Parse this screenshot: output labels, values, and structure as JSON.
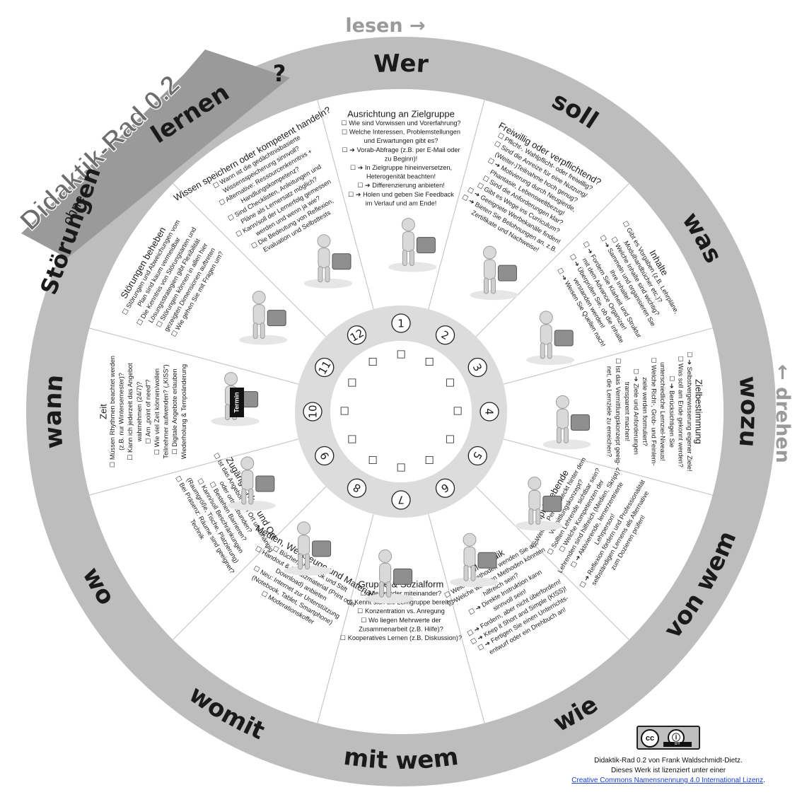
{
  "title": "Didaktik-Rad 0.2",
  "nav": {
    "lernen": "lernen",
    "question": "?",
    "lesen": "lesen →",
    "drehen": "← drehen",
    "ohne": "ohne",
    "stoerungen": "Störungen"
  },
  "segments": [
    {
      "num": "1",
      "label": "Wer",
      "title": "Ausrichtung an Zielgruppe",
      "lines": [
        "☐  Wie sind Vorwissen und Vorerfahrung?",
        "☐  Welche Interessen, Problemstellungen",
        "     und Erwartungen gibt es?",
        "☐  ➔ Vorab-Abfrage (z.B. per E-Mail oder",
        "     zu Beginn)!",
        "☐  ➔ In Zielgruppe hineinversetzen,",
        "     Heterogenität beachten!",
        "☐  ➔ Differenzierung anbieten!",
        "☐  ➔ Holen und geben Sie Feedback",
        "     im Verlauf und am Ende!"
      ]
    },
    {
      "num": "2",
      "label": "soll",
      "title": "Freiwillig oder verpflichtend?",
      "lines": [
        "☐  Pflicht-, Wahlpflicht- oder freiwillig?",
        "☐  Sind die Anreize für eine Nutzung/",
        "     (Weiter-)Teilnahme hoch genug?",
        "☐  ➔ Motivierung durch Neugierde,",
        "     Phantasie, Lebensweltbezug!",
        "☐  Sind die Anforderungen klar?",
        "☐  Gibt es Wege ins Curriculum?",
        "☐  ➔ Geeignete Werbekanäle finden!",
        "☐  ➔ Bieten Sie Belohnungen an, z.B.",
        "     Zertifikate und Nachweise!"
      ]
    },
    {
      "num": "3",
      "label": "was",
      "title": "Inhalte",
      "lines": [
        "☐  Gibt es Vorgaben (z.B. Lehrpläne,",
        "     Modulhandbücher etc.)?",
        "☐  Welche Inhalte sind wichtig?",
        "☐  ➔ Sammeln und organisieren Sie",
        "     Ihre Inhalte!",
        "☐  ➔ Fordern Sie Klarheit und Struktur",
        "     mit dem Advance Organizer!",
        "☐  ➔ Überprüfen Sie, ob die Inhalte",
        "     verstanden werden!",
        "☐  ➔ Weisen Sie Quellen nach!"
      ]
    },
    {
      "num": "4",
      "label": "wozu",
      "title": "Zielbestimmung",
      "lines": [
        "☐  ➔ Selbstvergewisserung eigener Ziele!",
        "☐  Was soll am Ende gekonnt werden?",
        "☐  ➔ Berücksichtigen Sie",
        "     unterschiedliche Lernziel-Niveaus!",
        "☐  Welche Richt-, Grob- und Feinlern-",
        "     ziele werden formuliert?",
        "☐  ➔ Ziele und Anforderungen",
        "     transparent machen!",
        "☐  Ist das Vermittlungskonzept geeig-",
        "     net, die Lernziele zu erreichen?"
      ]
    },
    {
      "num": "5",
      "label": "von wem",
      "title": "Impulsgebende",
      "lines": [
        "☐  Welche Person steckt hinter dem",
        "     Vermittlungskonzept?",
        "☐  Sollten Lehrende sichtbar sein?",
        "☐  Welche Kompetenzen der",
        "     Lehrenden sind hilfreich (Medien, Skript)?",
        "☐  ➔ Aktivierende, lernerzentrierte",
        "     Lehrperson!",
        "☐  ➔ Reflexion fördern und Professionalität",
        "     selbständigen Lernens als Alternative",
        "     zum Dozieren prüfen!"
      ]
    },
    {
      "num": "6",
      "label": "wie",
      "title": "Methodik",
      "lines": [
        "☐  Welche Methoden wenden Sie an?",
        "☐  Welche weiteren Methoden könnten",
        "     hilfreich sein?",
        "☐  ➔ Direkte Instruktion kann",
        "     sinnvoll sein!",
        "☐  ➔ Fordern, aber nicht überfordern!",
        "☐  ➔ Keep it Short and Simple (KISS)!",
        "☐  ➔ Fertigen Sie einen Unterrichts-",
        "     entwurf oder ein Drehbuch an!"
      ]
    },
    {
      "num": "7",
      "label": "mit wem",
      "title": "Gruppe & Sozialform",
      "lines": [
        "☐  Alleine oder miteinander?",
        "☐  Kennt sich die Lerngruppe bereits?",
        "☐  Konzentration vs. Anregung",
        "☐  Wo liegen Mehrwerte der",
        "     Zusammenarbeit (z.B. Hilfe)?",
        "☐  Kooperatives Lernen (z.B. Diskussion)?"
      ]
    },
    {
      "num": "8",
      "label": "womit",
      "title": "Medien, Werkzeuge und Material",
      "lines": [
        "☐  Bücher, Notebook und Stift",
        "☐  Handout & Zusatzmaterial (Print oder",
        "     Download) anbieten",
        "☐  Neu: Internet zur Unterstützung",
        "     (Notebook, Tablet, Smartphone)",
        "☐  Moderationskoffer"
      ]
    },
    {
      "num": "9",
      "label": "wo",
      "title": "Zugänglichkeit und Ort",
      "lines": [
        "☐  Ist das Angebot vom Ort unabhängig",
        "     oder ortsgebunden?",
        "☐  Bestehen Barrieren?",
        "☐  Kann/soll Beschränkungen",
        "     (Raumgröße, Tische, Platzierung)",
        "☐  Bei Präsenz: Räume sind geeignet?",
        "     Technik"
      ]
    },
    {
      "num": "10",
      "label": "wann",
      "title": "Zeit",
      "lines": [
        "☐  Müssen Rhythmen beachtet werden",
        "     (z.B. nur Wintersemester)?",
        "☐  Kann ich jederzeit das Angebot",
        "     wahrnehmen (24/7)?",
        "☐  Am „point of need“?",
        "☐  Wie viel Zeit können/wollen",
        "     Teilnehmer aufwenden? („KISS“)",
        "☐  Digitale Angebote erlauben",
        "     Wiederholung & Tempoänderung"
      ]
    },
    {
      "num": "11",
      "label": "ohne Störungen",
      "title": "Störungen beheben",
      "lines": [
        "☐  Störungen und Abweichungen vom",
        "     Plan sind kaum vermeidbar",
        "☐  Die Kenntnis von Störungsarten und",
        "     Lösungsstrategien gibt Flexibilität",
        "☐  Störungen können in allen hier",
        "     gezeigten Dimensionen auftreten",
        "☐  Wie gehen Sie mit Fragen um?"
      ]
    },
    {
      "num": "12",
      "label": "lernen",
      "title": "Wissen speichern oder kompetent handeln?",
      "lines": [
        "☐  Wann ist die gedächtnisbasierte",
        "     Wissensspeicherung sinnvoll?",
        "☐  Alternative: Ressourcenkenntnis +",
        "     Handlungskompetenz?",
        "☐  Sind Checklisten, Anleitungen und",
        "     Pläne als Lernersatz möglich?",
        "☐  Kann/soll der Lernerfolg gemessen",
        "     werden und wenn ja wie?",
        "☐  Die Bedeutung von Reflexion,",
        "     Evaluation und Selbsttests"
      ]
    }
  ],
  "image_labels": {
    "termin": "Termin",
    "lernen_sign": "lernen"
  },
  "checkbox": "☐",
  "license": {
    "cc": "cc",
    "by_symbol": "ⓘ",
    "by": "BY",
    "line1": "Didaktik-Rad 0.2 von Frank Waldschmidt-Dietz.",
    "line2": "Dieses Werk ist lizenziert unter einer",
    "link": "Creative Commons Namensnennung 4.0 International Lizenz",
    "period": "."
  },
  "colors": {
    "outer_ring": "#bdbdbd",
    "inner_ring": "#dcdcdc",
    "line": "#c8c8c8",
    "text": "#1a1a1a",
    "side_text": "#9a9a9a"
  }
}
